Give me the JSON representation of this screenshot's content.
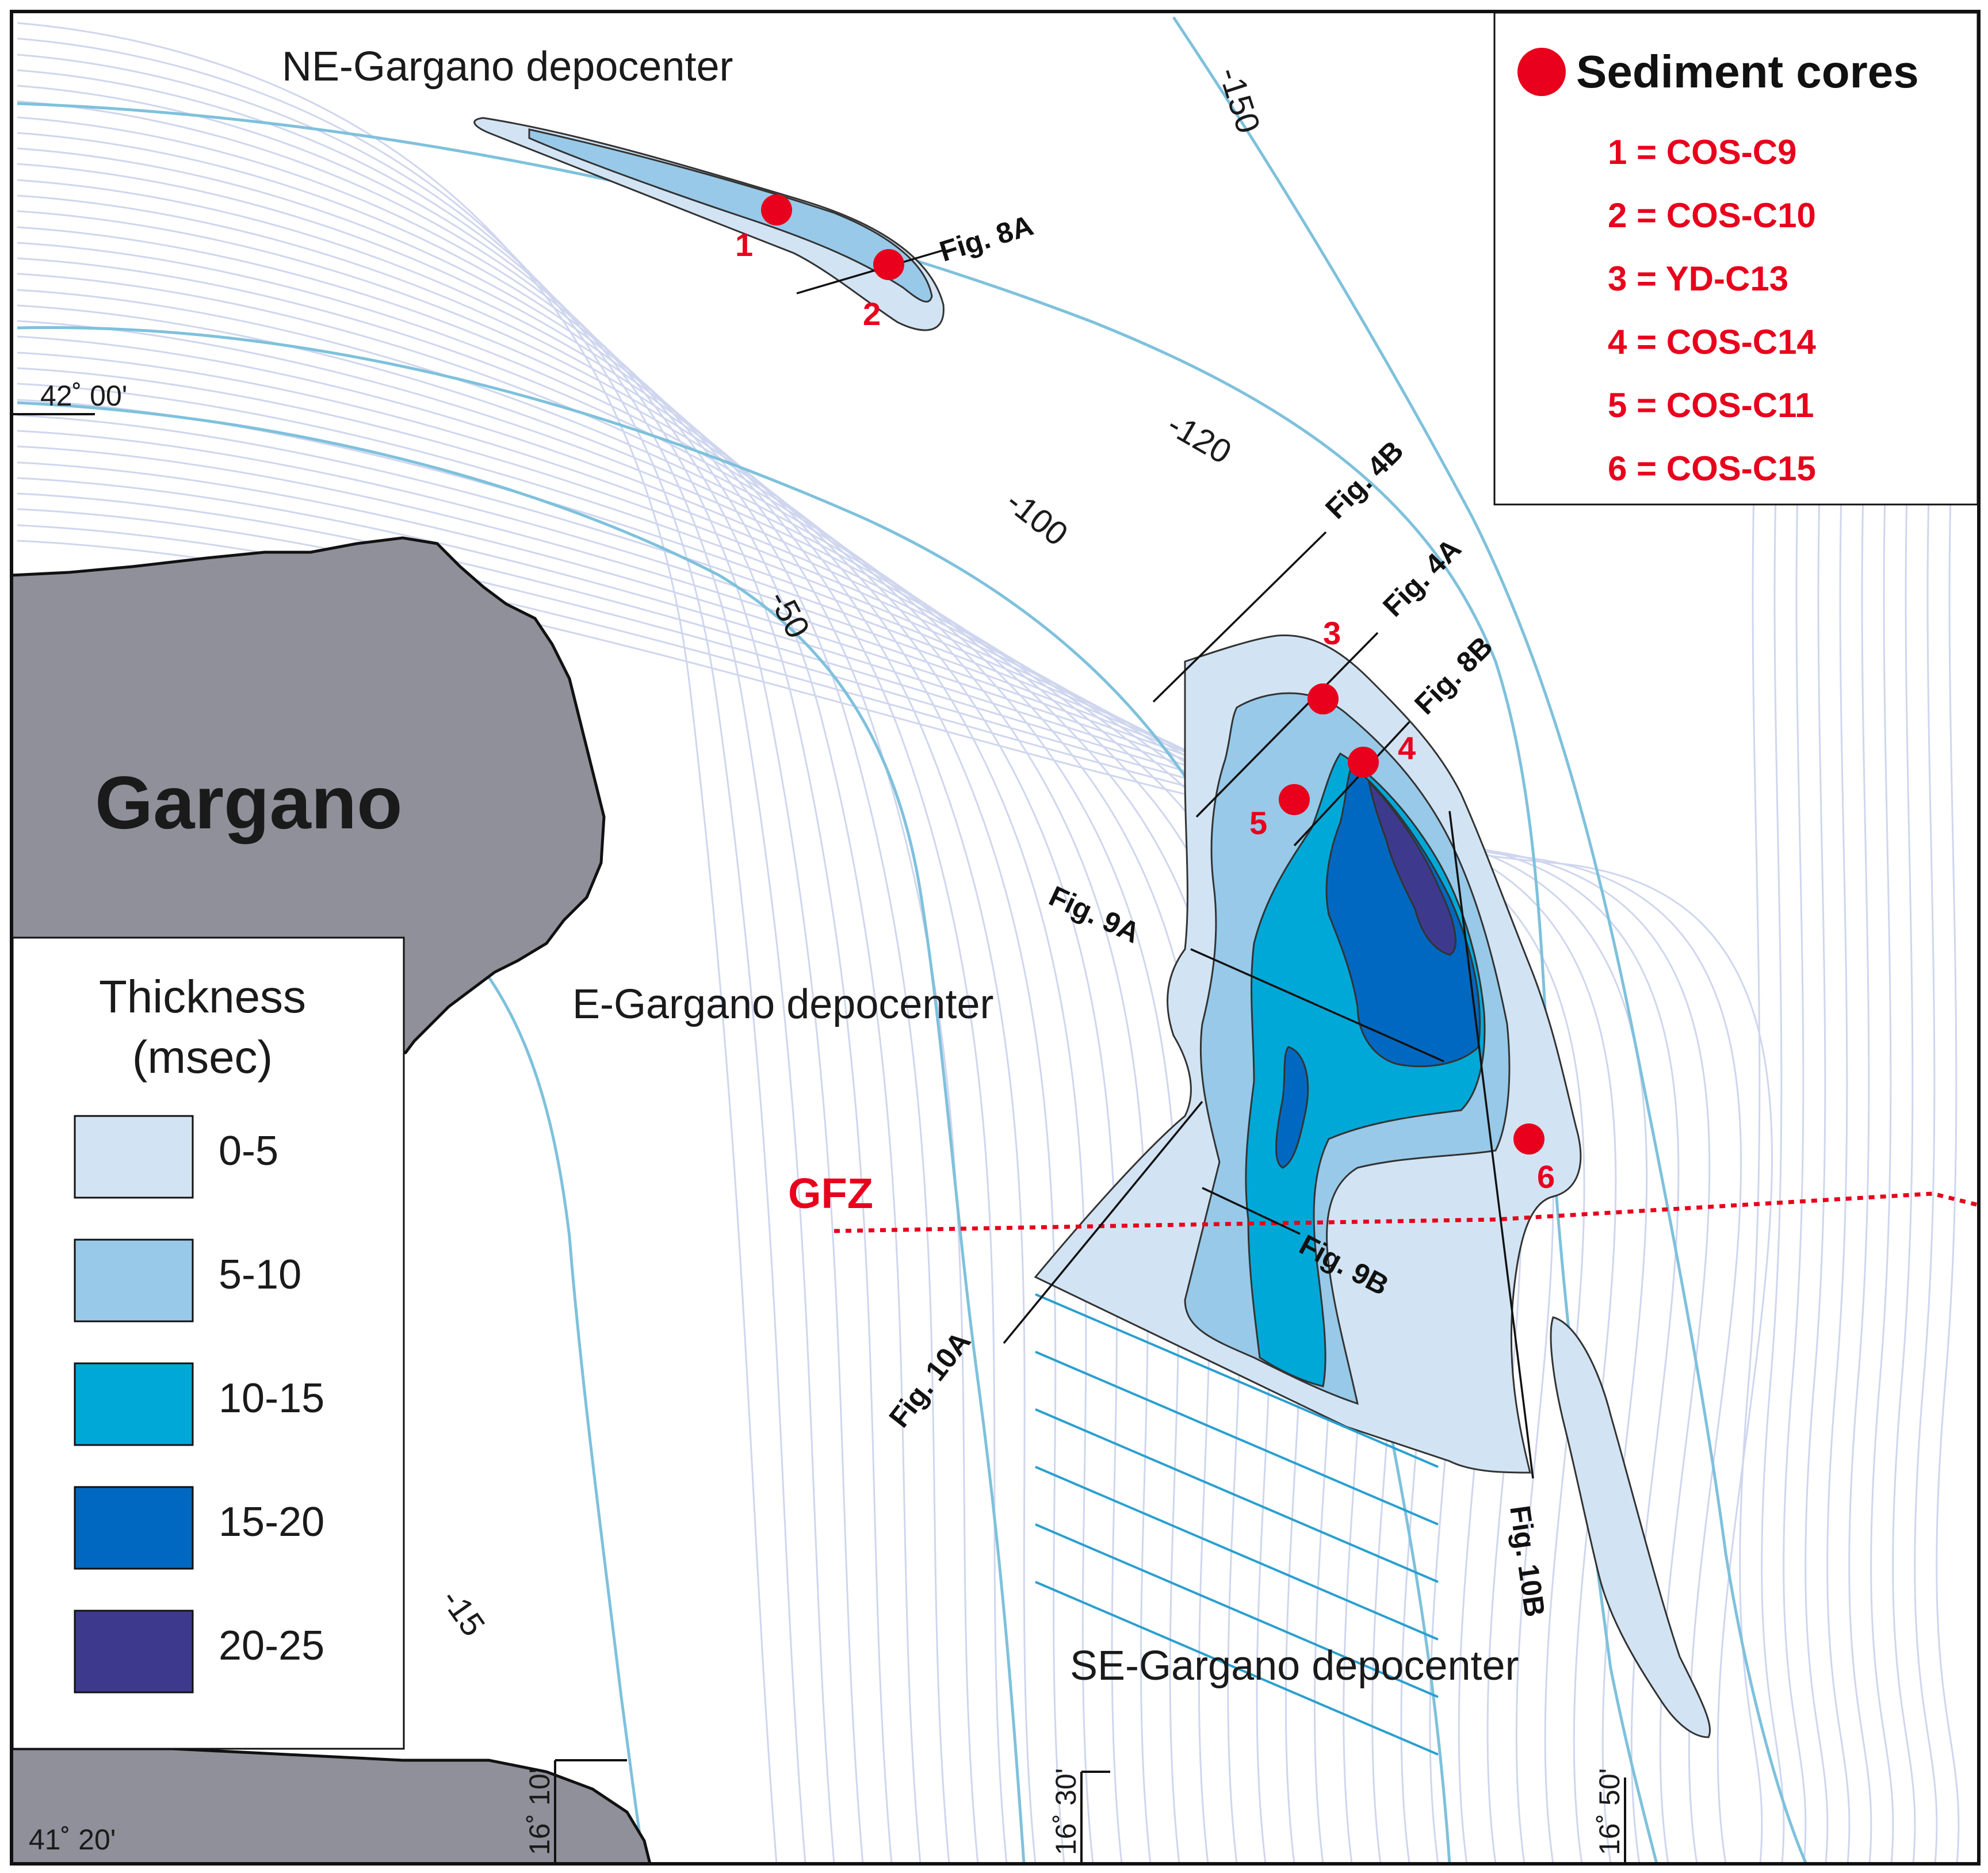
{
  "map": {
    "land_name": "Gargano",
    "depocenters": [
      "NE-Gargano depocenter",
      "E-Gargano depocenter",
      "SE-Gargano depocenter"
    ],
    "fault_label": "GFZ",
    "contour_labels": [
      "-150",
      "-120",
      "-100",
      "-50",
      "-15"
    ],
    "lat_labels": [
      "42˚ 00'",
      "41˚ 20'"
    ],
    "lon_labels": [
      "16˚ 10'",
      "16˚ 30'",
      "16˚ 50'"
    ],
    "profiles": [
      "Fig. 8A",
      "Fig. 4B",
      "Fig. 4A",
      "Fig. 8B",
      "Fig. 9A",
      "Fig. 9B",
      "Fig. 10A",
      "Fig. 10B"
    ],
    "core_numbers": [
      "1",
      "2",
      "3",
      "4",
      "5",
      "6"
    ]
  },
  "thickness_legend": {
    "title_line1": "Thickness",
    "title_line2": "(msec)",
    "classes": [
      {
        "label": "0-5",
        "color": "#d2e4f4"
      },
      {
        "label": "5-10",
        "color": "#98c9e8"
      },
      {
        "label": "10-15",
        "color": "#00a8d8"
      },
      {
        "label": "15-20",
        "color": "#0068c0"
      },
      {
        "label": "20-25",
        "color": "#3d3a8e"
      }
    ]
  },
  "cores_legend": {
    "title": "Sediment cores",
    "items": [
      "1 = COS-C9",
      "2 = COS-C10",
      "3 = YD-C13",
      "4 = COS-C14",
      "5 = COS-C11",
      "6 = COS-C15"
    ]
  },
  "colors": {
    "land": "#8f9099",
    "contour_major": "#7ec1dc",
    "contour_minor": "#cfd6ee",
    "core_marker": "#e8001c",
    "fault": "#e8001c"
  }
}
